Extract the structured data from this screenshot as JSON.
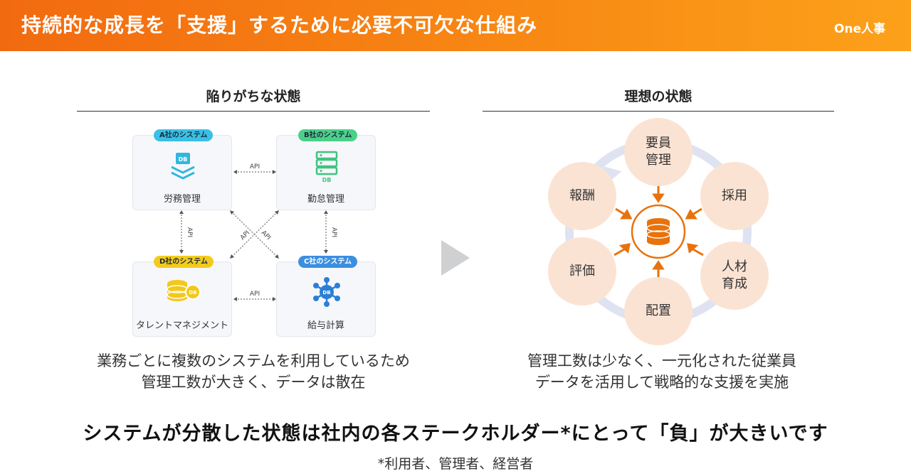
{
  "header": {
    "title": "持続的な成長を「支援」するために必要不可欠な仕組み",
    "logo": "One人事"
  },
  "left": {
    "title": "陥りがちな状態",
    "systems": [
      {
        "tag": "A社のシステム",
        "name": "労務管理",
        "tag_color": "#39c0e6",
        "icon": "db-stack-icon"
      },
      {
        "tag": "B社のシステム",
        "name": "勤怠管理",
        "tag_color": "#4bd08a",
        "icon": "server-db-icon"
      },
      {
        "tag": "D社のシステム",
        "name": "タレントマネジメント",
        "tag_color": "#f3cb1d",
        "icon": "db-coins-icon"
      },
      {
        "tag": "C社のシステム",
        "name": "給与計算",
        "tag_color": "#3a8fe0",
        "icon": "db-network-icon"
      }
    ],
    "api_label": "API",
    "caption_line1": "業務ごとに複数のシステムを利用しているため",
    "caption_line2": "管理工数が大きく、データは散在"
  },
  "right": {
    "title": "理想の状態",
    "nodes": {
      "top": [
        "要員",
        "管理"
      ],
      "upper_right": [
        "採用"
      ],
      "lower_right": [
        "人材",
        "育成"
      ],
      "bottom": [
        "配置"
      ],
      "lower_left": [
        "評価"
      ],
      "upper_left": [
        "報酬"
      ]
    },
    "center_icon": "database-icon",
    "accent": "#e8720c",
    "node_fill": "#fbe3d3",
    "ring_color": "#dfe3f1",
    "caption_line1": "管理工数は少なく、一元化された従業員",
    "caption_line2": "データを活用して戦略的な支援を実施"
  },
  "divider_arrow": "play-arrow-icon",
  "bottom": {
    "message": "システムが分散した状態は社内の各ステークホルダー*にとって「負」が大きいです",
    "note": "*利用者、管理者、経営者"
  }
}
